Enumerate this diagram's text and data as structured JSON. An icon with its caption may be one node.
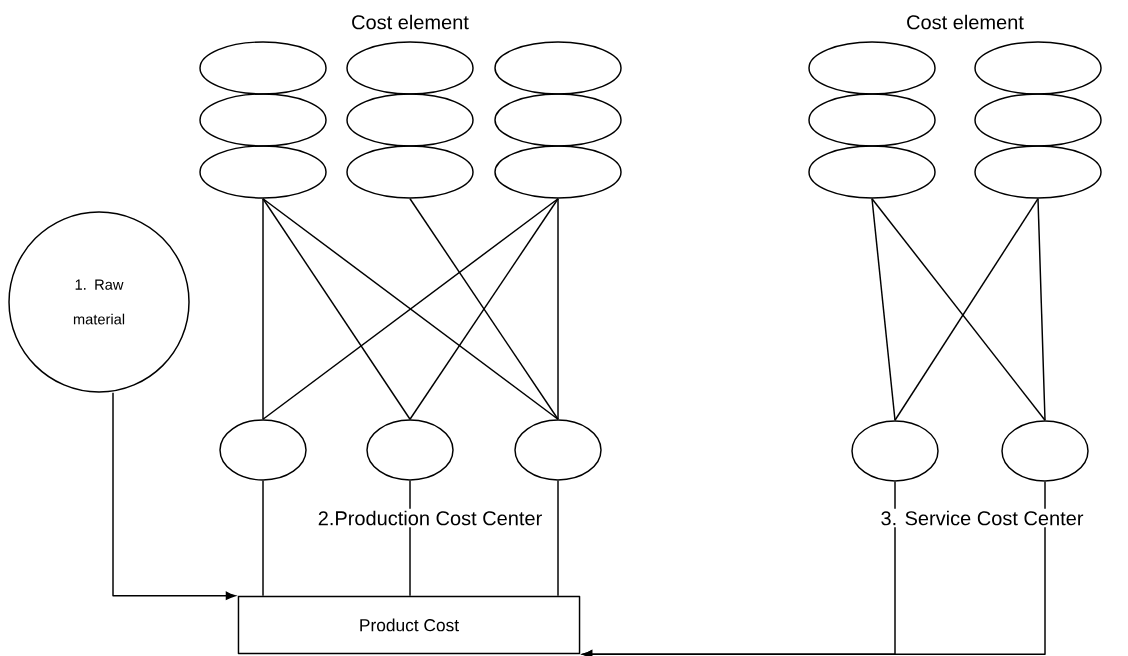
{
  "diagram": {
    "nodes": [
      {
        "text": [
          "1. Raw material"
        ]
      },
      {
        "text": [],
        "shape": "ellipse"
      },
      {
        "text": [],
        "shape": "ellipse"
      },
      {
        "text": [],
        "shape": "ellipse"
      },
      {
        "text": [],
        "shape": "ellipse"
      },
      {
        "text": [],
        "shape": "ellipse"
      },
      {
        "text": [],
        "shape": "ellipse"
      },
      {
        "text": [],
        "shape": "ellipse"
      },
      {
        "text": [],
        "shape": "ellipse"
      },
      {
        "text": [],
        "shape": "ellipse"
      },
      {
        "text": [],
        "shape": "ellipse"
      },
      {
        "text": [],
        "shape": "ellipse"
      },
      {
        "text": [],
        "shape": "ellipse"
      },
      {
        "text": [],
        "shape": "ellipse"
      },
      {
        "text": [],
        "shape": "ellipse"
      },
      {
        "text": [],
        "shape": "ellipse"
      },
      {
        "text": [],
        "shape": "ellipse"
      },
      {
        "text": [],
        "shape": "ellipse"
      },
      {
        "text": [],
        "shape": "ellipse"
      },
      {
        "text": [],
        "shape": "ellipse"
      },
      {
        "text": [],
        "shape": "ellipse"
      },
      {
        "text": [
          "Product Cost"
        ]
      }
    ],
    "edges": [
      {
        "from": 7,
        "to": 16,
        "arrow": "none"
      },
      {
        "from": 7,
        "to": 17,
        "arrow": "none"
      },
      {
        "from": 7,
        "to": 18,
        "arrow": "none"
      },
      {
        "from": 8,
        "to": 18,
        "arrow": "none"
      },
      {
        "from": 9,
        "to": 16,
        "arrow": "none"
      },
      {
        "from": 9,
        "to": 17,
        "arrow": "none"
      },
      {
        "from": 9,
        "to": 18,
        "arrow": "none"
      },
      {
        "from": 14,
        "to": 19,
        "arrow": "none"
      },
      {
        "from": 14,
        "to": 20,
        "arrow": "none"
      },
      {
        "from": 15,
        "to": 19,
        "arrow": "none"
      },
      {
        "from": 15,
        "to": 20,
        "arrow": "none"
      },
      {
        "from": 16,
        "to": 21,
        "arrow": "none"
      },
      {
        "from": 17,
        "to": 21,
        "arrow": "none"
      },
      {
        "from": 18,
        "to": 21,
        "arrow": "none"
      },
      {
        "from": 0,
        "to": 21,
        "arrow": "to"
      },
      {
        "from": 19,
        "to": 21,
        "arrow": "to"
      },
      {
        "from": 20,
        "to": 21,
        "arrow": "to"
      }
    ],
    "labels": [
      "Cost element",
      "Cost element",
      "2.Production Cost Center",
      "3. Service Cost Center"
    ]
  }
}
